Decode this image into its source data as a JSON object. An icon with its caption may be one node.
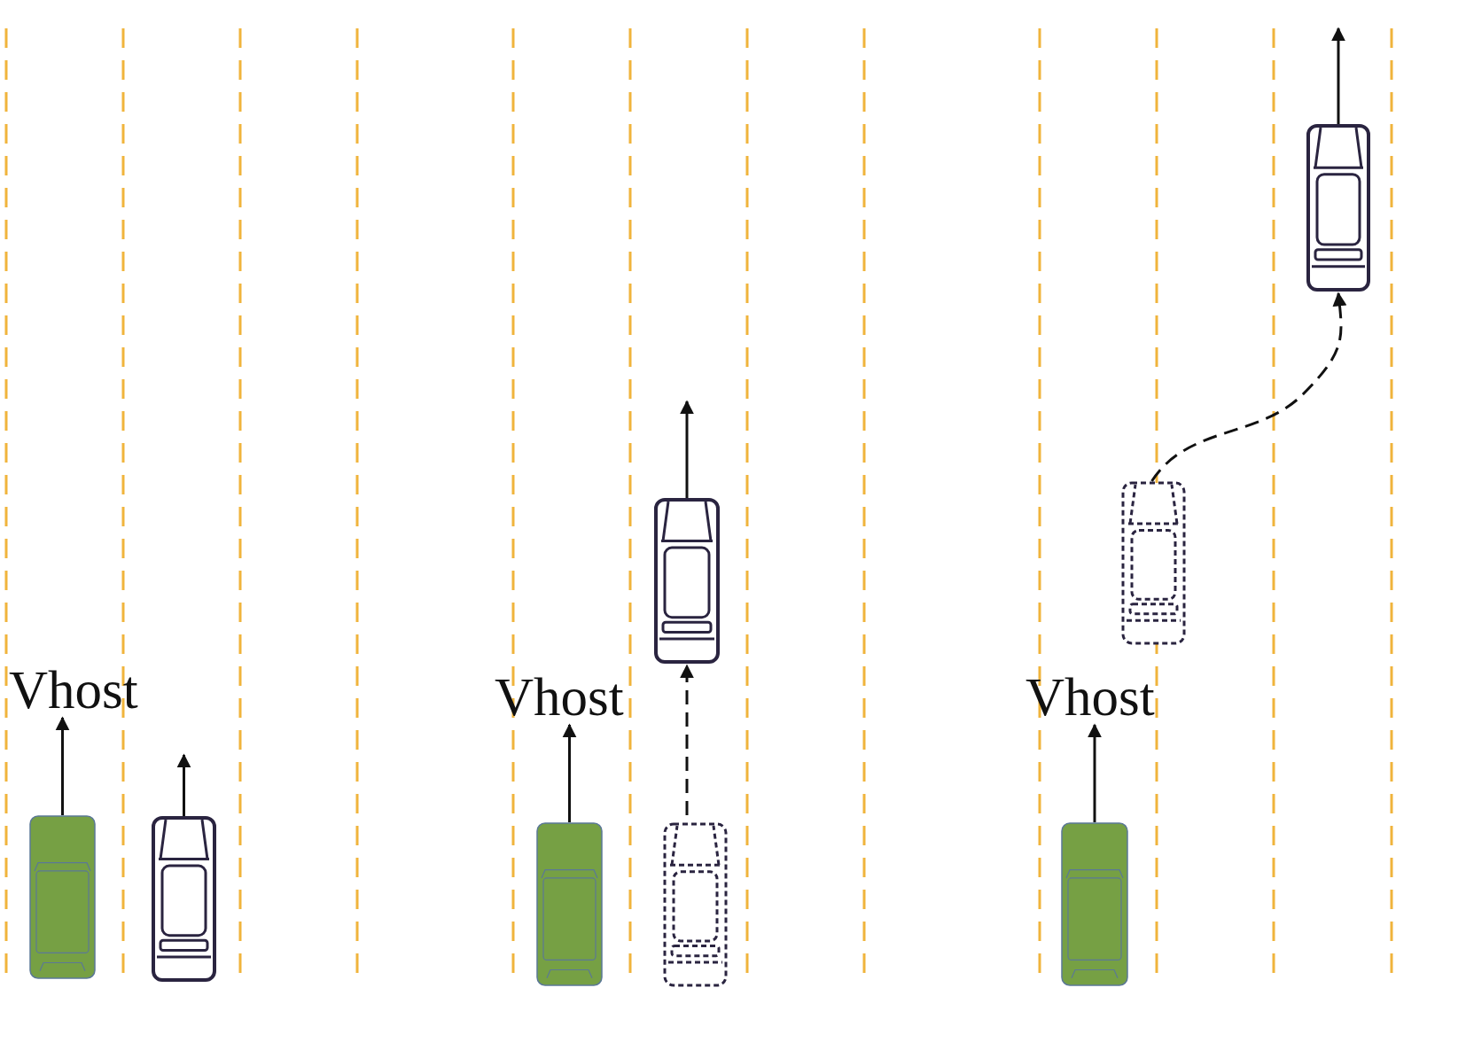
{
  "diagram": {
    "nodes": [
      {
        "text": [],
        "shape": "car"
      },
      {
        "text": [],
        "shape": "car"
      },
      {
        "text": [],
        "shape": "car"
      },
      {
        "text": [],
        "shape": "car"
      },
      {
        "text": [],
        "shape": "car"
      },
      {
        "text": [],
        "shape": "car"
      },
      {
        "text": [],
        "shape": "car"
      },
      {
        "text": [],
        "shape": "car"
      },
      {
        "text": [
          "Vhost"
        ]
      },
      {
        "text": [
          "Vhost"
        ]
      },
      {
        "text": [
          "Vhost"
        ]
      }
    ],
    "edges": [
      {
        "from": 0,
        "to": 8,
        "arrow": "to"
      },
      {
        "from": 1,
        "to": null,
        "arrow": "to"
      },
      {
        "from": 2,
        "to": 9,
        "arrow": "to"
      },
      {
        "from": 3,
        "to": 4,
        "arrow": "to",
        "style": "dashed"
      },
      {
        "from": 4,
        "to": null,
        "arrow": "to"
      },
      {
        "from": 5,
        "to": 10,
        "arrow": "to"
      },
      {
        "from": 6,
        "to": 7,
        "arrow": "to",
        "style": "dashed"
      },
      {
        "from": 7,
        "to": null,
        "arrow": "to"
      }
    ]
  }
}
